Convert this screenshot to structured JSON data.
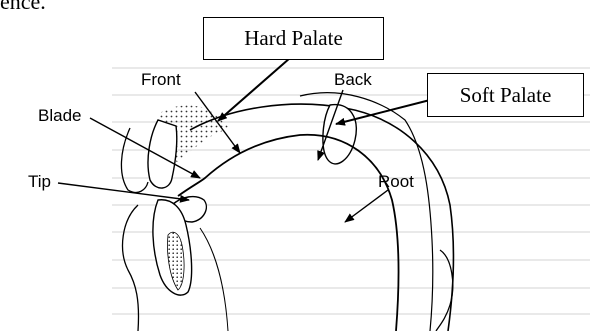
{
  "top_text": "ence.",
  "callouts": {
    "hard_palate": "Hard Palate",
    "soft_palate": "Soft Palate"
  },
  "labels": {
    "front": "Front",
    "back": "Back",
    "blade": "Blade",
    "tip": "Tip",
    "root": "Root"
  }
}
